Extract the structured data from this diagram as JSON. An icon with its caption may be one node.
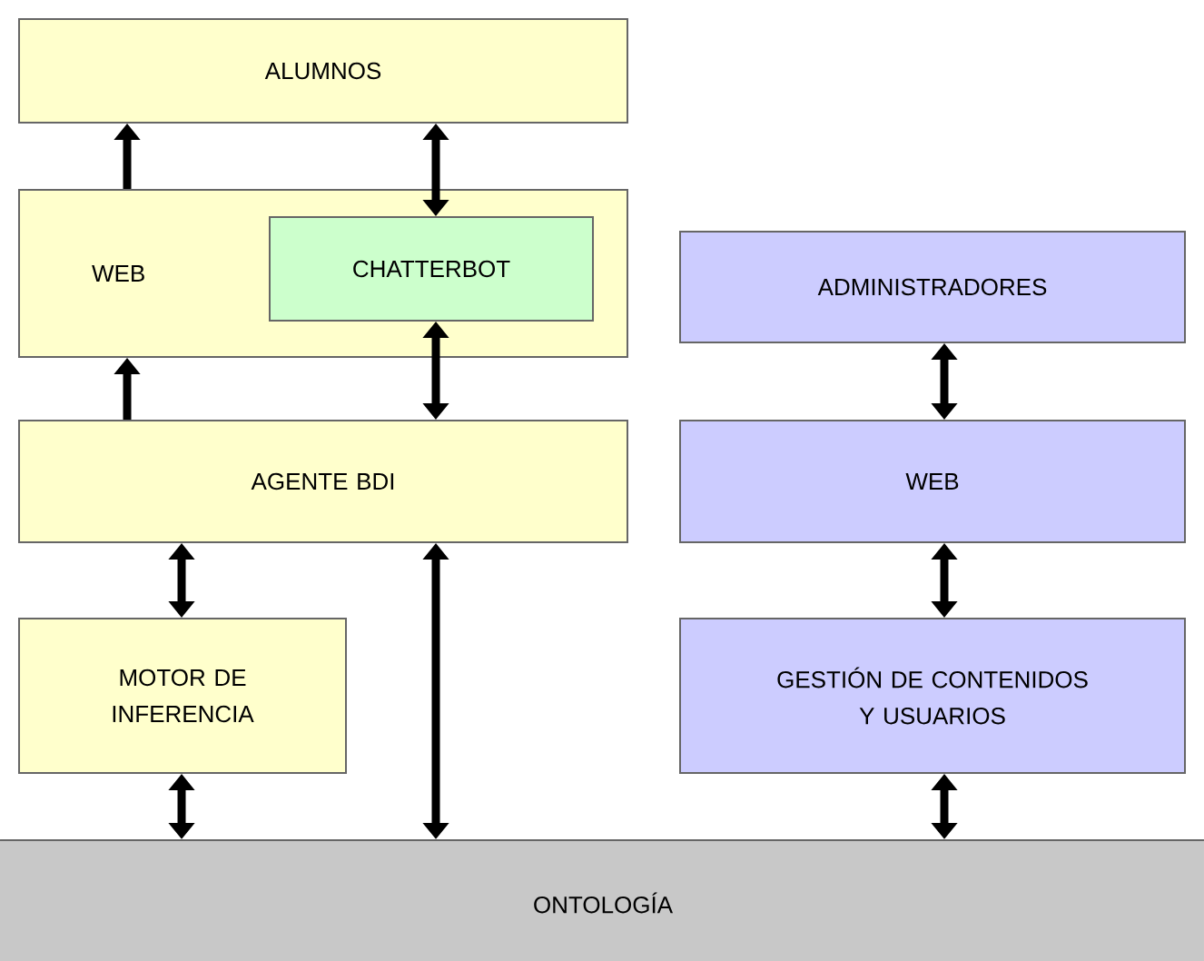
{
  "diagram": {
    "nodes": [
      {
        "text": [
          "ALUMNOS"
        ]
      },
      {
        "text": [
          "WEB"
        ]
      },
      {
        "text": [
          "CHATTERBOT"
        ],
        "in": 1
      },
      {
        "text": [
          "AGENTE BDI"
        ]
      },
      {
        "text": [
          "MOTOR DE INFERENCIA"
        ]
      },
      {
        "text": [
          "ADMINISTRADORES"
        ]
      },
      {
        "text": [
          "WEB"
        ]
      },
      {
        "text": [
          "GESTIÓN DE CONTENIDOS Y USUARIOS"
        ]
      },
      {
        "text": [
          "ONTOLOGÍA"
        ]
      }
    ],
    "edges": [
      {
        "from": 1,
        "to": 0,
        "arrow": "to"
      },
      {
        "from": 0,
        "to": 2,
        "arrow": "both"
      },
      {
        "from": 3,
        "to": 1,
        "arrow": "to"
      },
      {
        "from": 2,
        "to": 3,
        "arrow": "both"
      },
      {
        "from": 3,
        "to": 4,
        "arrow": "both"
      },
      {
        "from": 3,
        "to": 8,
        "arrow": "both"
      },
      {
        "from": 4,
        "to": 8,
        "arrow": "both"
      },
      {
        "from": 5,
        "to": 6,
        "arrow": "both"
      },
      {
        "from": 6,
        "to": 7,
        "arrow": "both"
      },
      {
        "from": 7,
        "to": 8,
        "arrow": "both"
      }
    ]
  }
}
